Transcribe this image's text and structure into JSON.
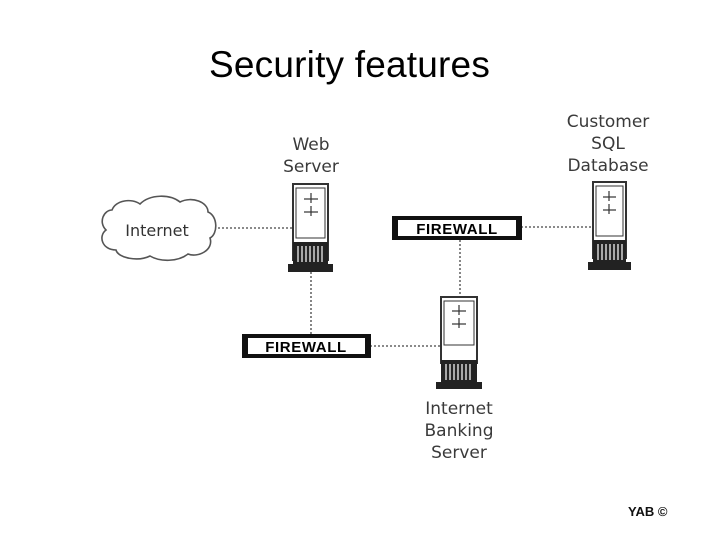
{
  "title": "Security features",
  "nodes": {
    "internet": "Internet",
    "web_server": [
      "Web",
      "Server"
    ],
    "customer_db": [
      "Customer",
      "SQL",
      "Database"
    ],
    "banking_server": [
      "Internet",
      "Banking",
      "Server"
    ],
    "firewall_top": "FIREWALL",
    "firewall_left": "FIREWALL"
  },
  "footer": "YAB ©"
}
